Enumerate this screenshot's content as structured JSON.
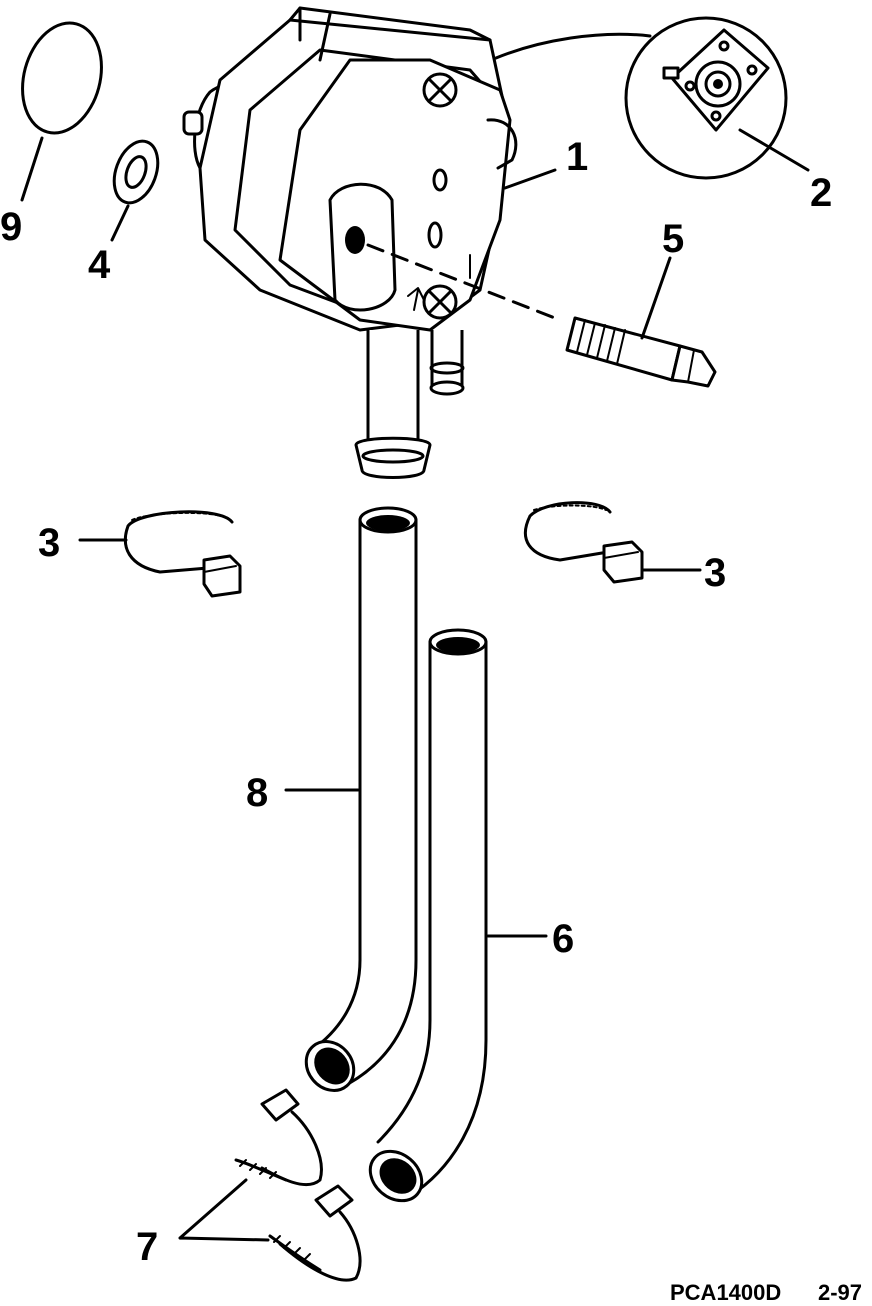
{
  "callouts": {
    "c1": "1",
    "c2": "2",
    "c3a": "3",
    "c3b": "3",
    "c4": "4",
    "c5": "5",
    "c6": "6",
    "c7": "7",
    "c8": "8",
    "c9": "9"
  },
  "footer": {
    "figure_code": "PCA1400D",
    "page_number": "2-97"
  }
}
